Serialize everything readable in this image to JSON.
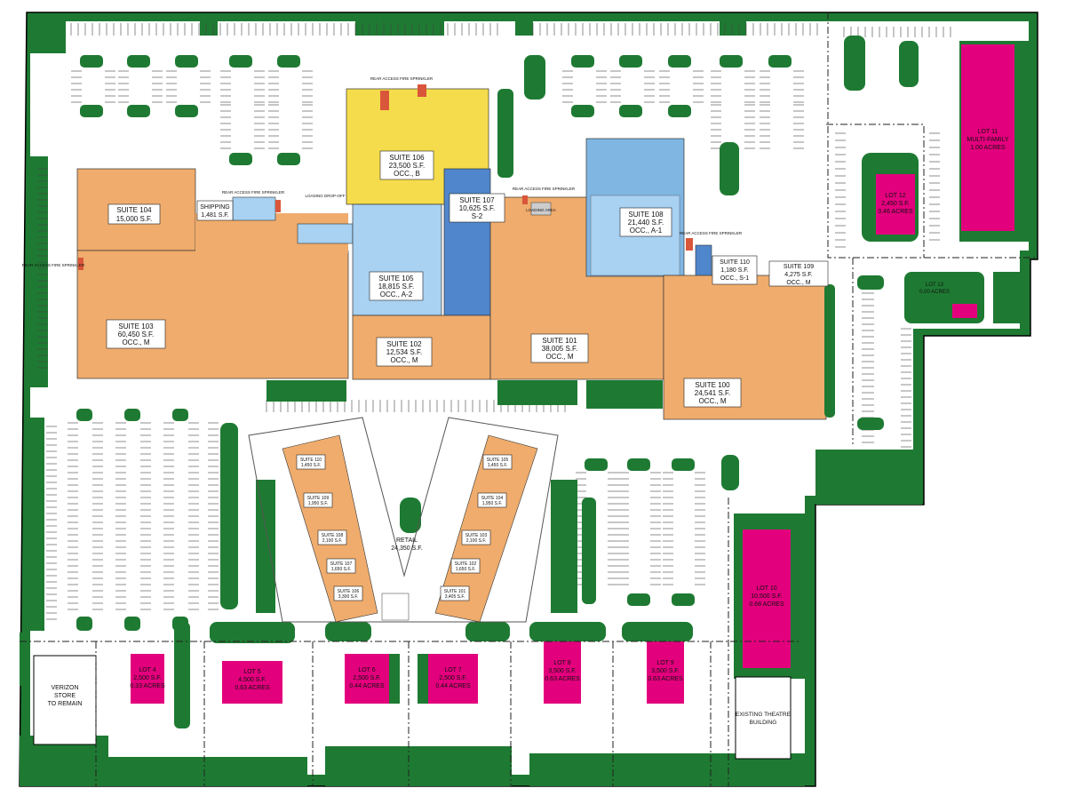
{
  "colors": {
    "green": "#1e7a32",
    "orange": "#efac6d",
    "yellow": "#f5dc4c",
    "light_blue": "#a8d1f2",
    "dark_blue": "#4f86cc",
    "mid_blue": "#7fb6e2",
    "pink": "#e3007d",
    "red": "#d9563a",
    "lot_line": "#222222",
    "pavement": "#ffffff"
  },
  "anchors": {
    "suite_103": [
      "SUITE 103",
      "60,450 S.F.",
      "OCC., M"
    ],
    "suite_104": [
      "SUITE 104",
      "15,000 S.F."
    ],
    "shipping": [
      "SHIPPING",
      "1,481 S.F."
    ],
    "suite_106": [
      "SUITE 106",
      "23,500 S.F.",
      "OCC., B"
    ],
    "suite_105": [
      "SUITE 105",
      "18,815 S.F.",
      "OCC., A-2"
    ],
    "suite_107": [
      "SUITE 107",
      "10,625 S.F.",
      "S-2"
    ],
    "suite_102": [
      "SUITE 102",
      "12,534 S.F.",
      "OCC., M"
    ],
    "suite_101": [
      "SUITE 101",
      "38,005 S.F.",
      "OCC., M"
    ],
    "suite_108": [
      "SUITE 108",
      "21,440 S.F.",
      "OCC., A-1"
    ],
    "suite_110": [
      "SUITE 110",
      "1,180 S.F.",
      "OCC., S-1"
    ],
    "suite_109": [
      "SUITE 109",
      "4,275 S.F.",
      "OCC., M"
    ],
    "suite_100": [
      "SUITE 100",
      "24,541 S.F.",
      "OCC., M"
    ]
  },
  "small_notes": {
    "fire_access_1": "REAR ACCESS FIRE SPRINKLER",
    "fire_access_2": "REAR ACCESS FIRE SPRINKLER",
    "fire_access_3": "REAR ACCESS FIRE SPRINKLER",
    "fire_access_4": "REAR ACCESS FIRE SPRINKLER",
    "fire_access_5": "REAR ACCESS FIRE SPRINKLER",
    "loading": "LOADING DROP-OFF",
    "loading_area": "LOADING AREA"
  },
  "retail": {
    "center": [
      "RETAIL",
      "24,350 S.F."
    ],
    "left_units": [
      [
        "SUITE 110",
        "1,450 S.F."
      ],
      [
        "SUITE 109",
        "1,950 S.F."
      ],
      [
        "SUITE 108",
        "2,100 S.F."
      ],
      [
        "SUITE 107",
        "1,650 S.F."
      ],
      [
        "SUITE 106",
        "3,300 S.F."
      ]
    ],
    "right_units": [
      [
        "SUITE 105",
        "1,450 S.F."
      ],
      [
        "SUITE 104",
        "1,950 S.F."
      ],
      [
        "SUITE 103",
        "2,100 S.F."
      ],
      [
        "SUITE 102",
        "1,650 S.F."
      ],
      [
        "SUITE 101",
        "3,405 S.F."
      ]
    ]
  },
  "pads": {
    "lot_4": [
      "LOT 4",
      "2,500 S.F.",
      "0.33 ACRES"
    ],
    "lot_5": [
      "LOT 5",
      "4,500 S.F.",
      "0.63 ACRES"
    ],
    "lot_6": [
      "LOT 6",
      "2,500 S.F.",
      "0.44 ACRES"
    ],
    "lot_7": [
      "LOT 7",
      "2,500 S.F.",
      "0.44 ACRES"
    ],
    "lot_8": [
      "LOT 8",
      "3,500 S.F.",
      "0.63 ACRES"
    ],
    "lot_9": [
      "LOT 9",
      "3,500 S.F.",
      "0.63 ACRES"
    ],
    "lot_10": [
      "LOT 10",
      "10,500 S.F.",
      "0.68 ACRES"
    ],
    "lot_11": [
      "LOT 11",
      "MULTI-FAMILY",
      "1.00 ACRES"
    ],
    "lot_12": [
      "LOT 12",
      "2,450 S.F.",
      "0.46 ACRES"
    ],
    "lot_13": [
      "LOT 13",
      "0.00 ACRES"
    ]
  },
  "external": {
    "verizon": [
      "VERIZON",
      "STORE",
      "TO REMAIN"
    ],
    "theatre": [
      "EXISTING THEATRE",
      "BUILDING"
    ]
  }
}
